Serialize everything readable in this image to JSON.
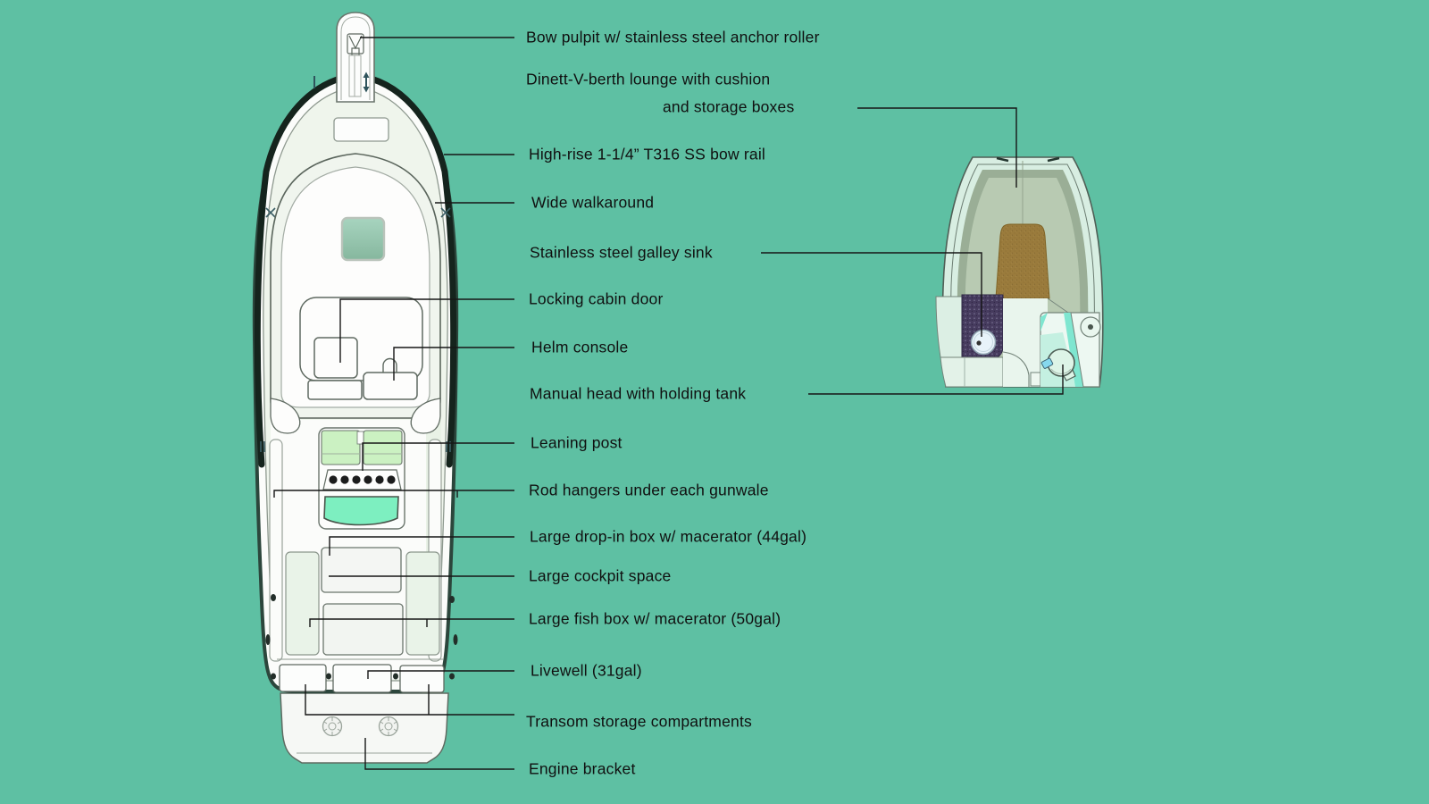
{
  "colors": {
    "background": "#5ec0a3",
    "label_text": "#101010",
    "leader_line": "#161616",
    "hull_fill": "#fbfcfa",
    "hull_outline": "#2c463c",
    "bow_rail_dark": "#15241d",
    "cushion_green": "#cbf1c2",
    "livewell_mint": "#7defc0",
    "roof_hatch_green": "#96c7b1",
    "cabin_hull_mint": "#d8eee2",
    "cabin_band_sage": "#9aae96",
    "cabin_interior_sage": "#b8cab2",
    "vberth_cushion_brown": "#9a7b3c",
    "galley_counter_purple": "#463b5e",
    "head_floor_teal": "#c4f0e1",
    "head_accent_teal": "#7fe6d0",
    "toilet_mint": "#ddf4e7",
    "sink_white": "#e8f3fa"
  },
  "callouts": {
    "bow_pulpit": {
      "label": "Bow pulpit w/ stainless steel anchor roller"
    },
    "dinette": {
      "label_line1": "Dinett-V-berth lounge with cushion",
      "label_line2": "and storage boxes"
    },
    "bow_rail": {
      "label": "High-rise 1-1/4” T316 SS bow rail"
    },
    "walkaround": {
      "label": "Wide walkaround"
    },
    "galley_sink": {
      "label": "Stainless steel galley sink"
    },
    "cabin_door": {
      "label": "Locking cabin door"
    },
    "helm_console": {
      "label": "Helm console"
    },
    "manual_head": {
      "label": "Manual head with holding tank"
    },
    "leaning_post": {
      "label": "Leaning post"
    },
    "rod_hangers": {
      "label": "Rod hangers under each gunwale"
    },
    "drop_in_box": {
      "label": "Large drop-in box w/ macerator (44gal)"
    },
    "cockpit_space": {
      "label": "Large cockpit space"
    },
    "fish_box": {
      "label": "Large fish box w/ macerator (50gal)"
    },
    "livewell": {
      "label": "Livewell (31gal)"
    },
    "transom_storage": {
      "label": "Transom storage compartments"
    },
    "engine_bracket": {
      "label": "Engine bracket"
    }
  }
}
